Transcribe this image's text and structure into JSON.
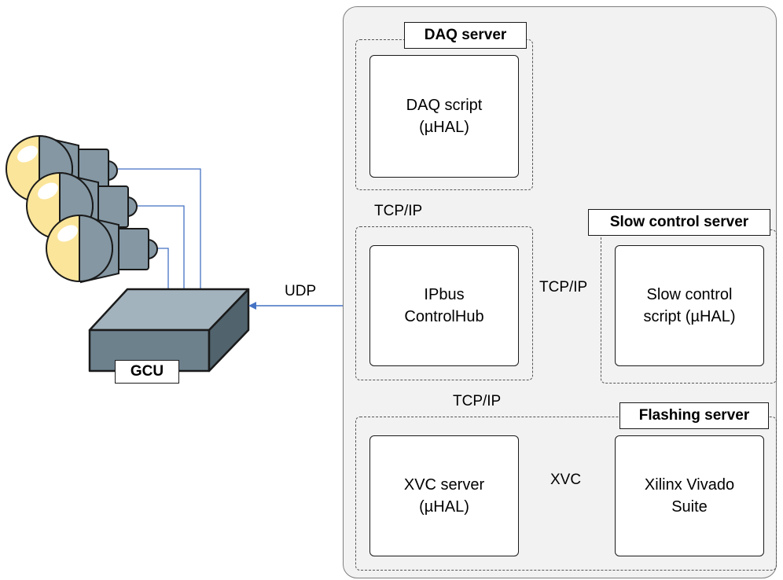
{
  "gcu": {
    "label": "GCU"
  },
  "groups": {
    "daq": {
      "title": "DAQ server",
      "box_line1": "DAQ script",
      "box_line2": "(µHAL)"
    },
    "controlhub": {
      "box_line1": "IPbus",
      "box_line2": "ControlHub"
    },
    "slow_control": {
      "title": "Slow control server",
      "box_line1": "Slow control",
      "box_line2": "script (µHAL)"
    },
    "flashing": {
      "title": "Flashing server",
      "xvc_line1": "XVC server",
      "xvc_line2": "(µHAL)",
      "vivado_line1": "Xilinx Vivado",
      "vivado_line2": "Suite"
    }
  },
  "connections": {
    "udp": "UDP",
    "tcp_daq": "TCP/IP",
    "tcp_slow": "TCP/IP",
    "tcp_flash": "TCP/IP",
    "xvc": "XVC"
  },
  "colors": {
    "link": "#4472c4",
    "pmt_bulb": "#fbe59a",
    "pmt_body": "#8497a3",
    "gcu_top": "#a3b3bd",
    "gcu_side": "#6d818d"
  }
}
